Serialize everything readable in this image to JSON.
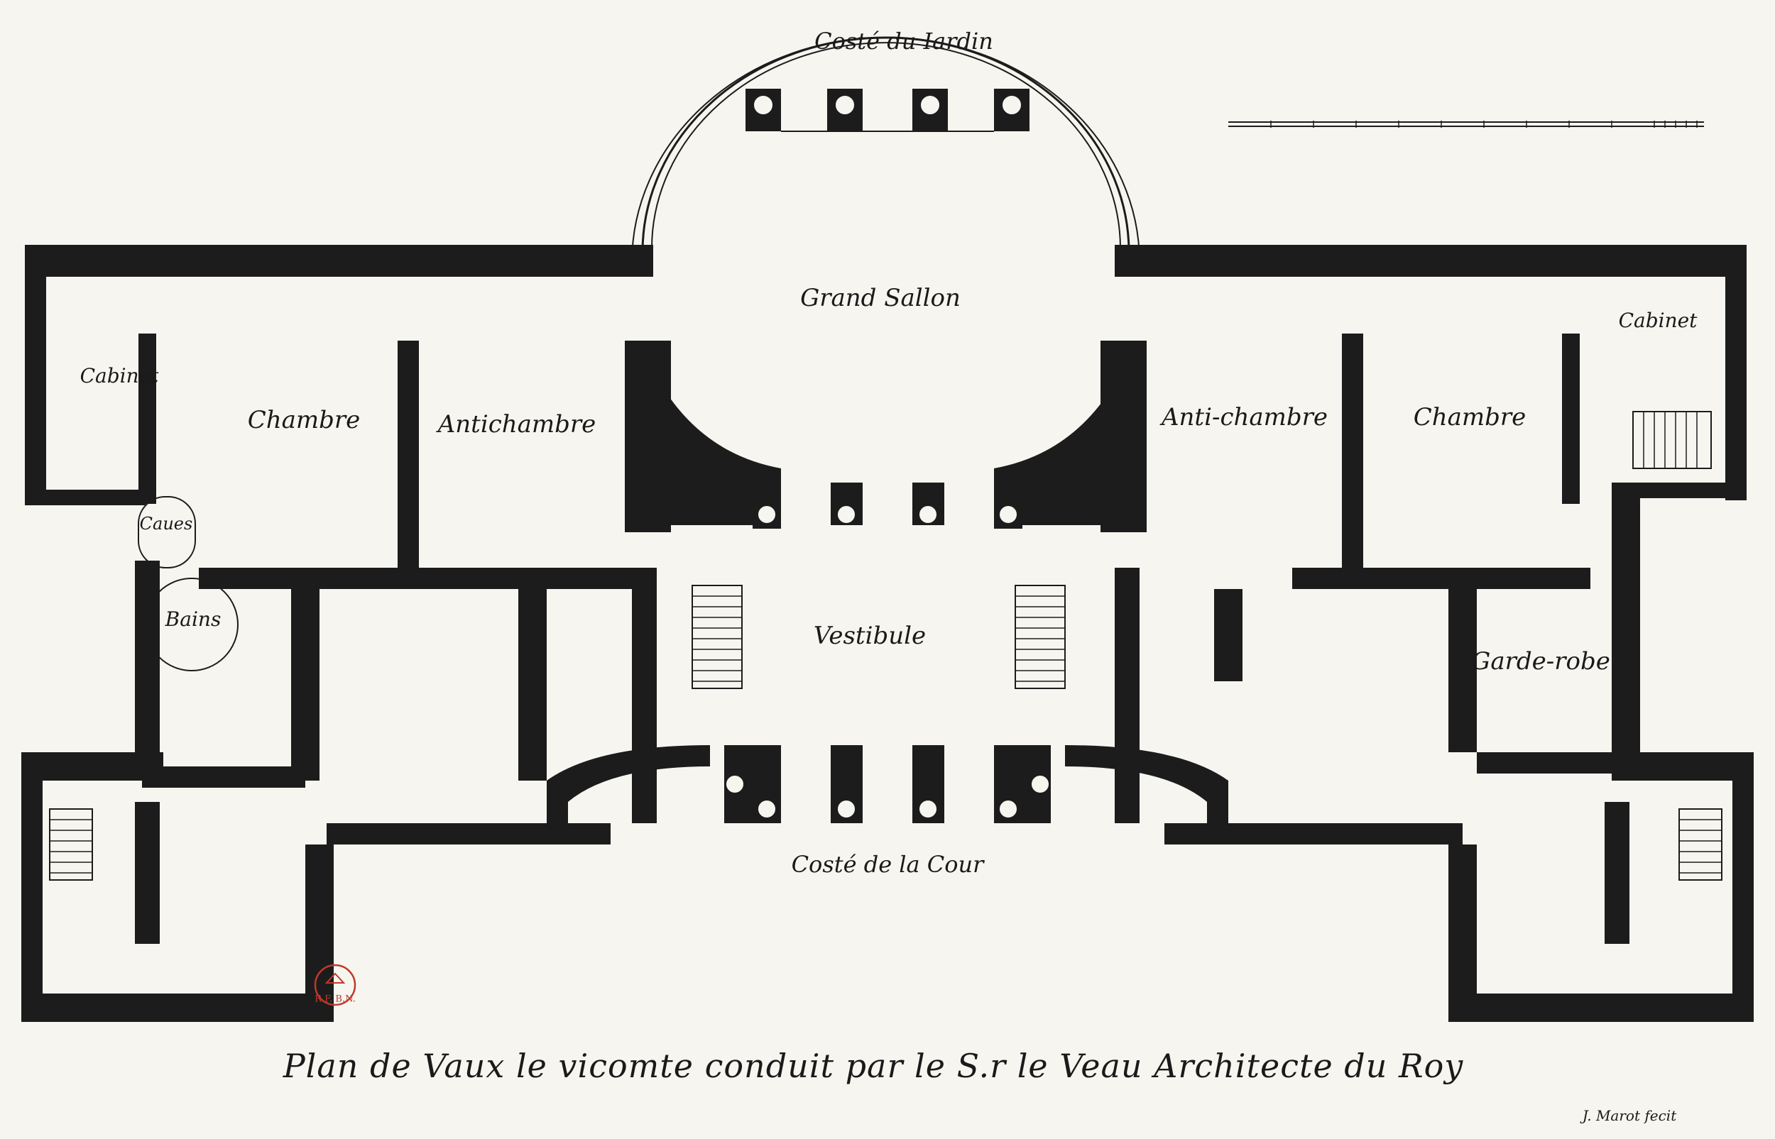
{
  "plan": {
    "title": "Plan de Vaux le vicomte conduit par le S.r le Veau Architecte du Roy",
    "engraver": "J. Marot fecit",
    "orientation": {
      "garden": "Costé du Iardin",
      "court": "Costé de la Cour"
    },
    "rooms": {
      "grand_salon": "Grand Sallon",
      "vestibule": "Vestibule",
      "left_cabinet": "Cabinet",
      "left_chambre": "Chambre",
      "left_antichambre": "Antichambre",
      "caves": "Caues",
      "bains": "Bains",
      "right_antichambre": "Anti-chambre",
      "right_chambre": "Chambre",
      "right_cabinet": "Cabinet",
      "garde_robe": "Garde-robe"
    },
    "stamp": "R.F. B.N.",
    "colors": {
      "ink": "#1c1c1c",
      "paper": "#f6f5f0",
      "stamp": "#c0392b"
    }
  }
}
